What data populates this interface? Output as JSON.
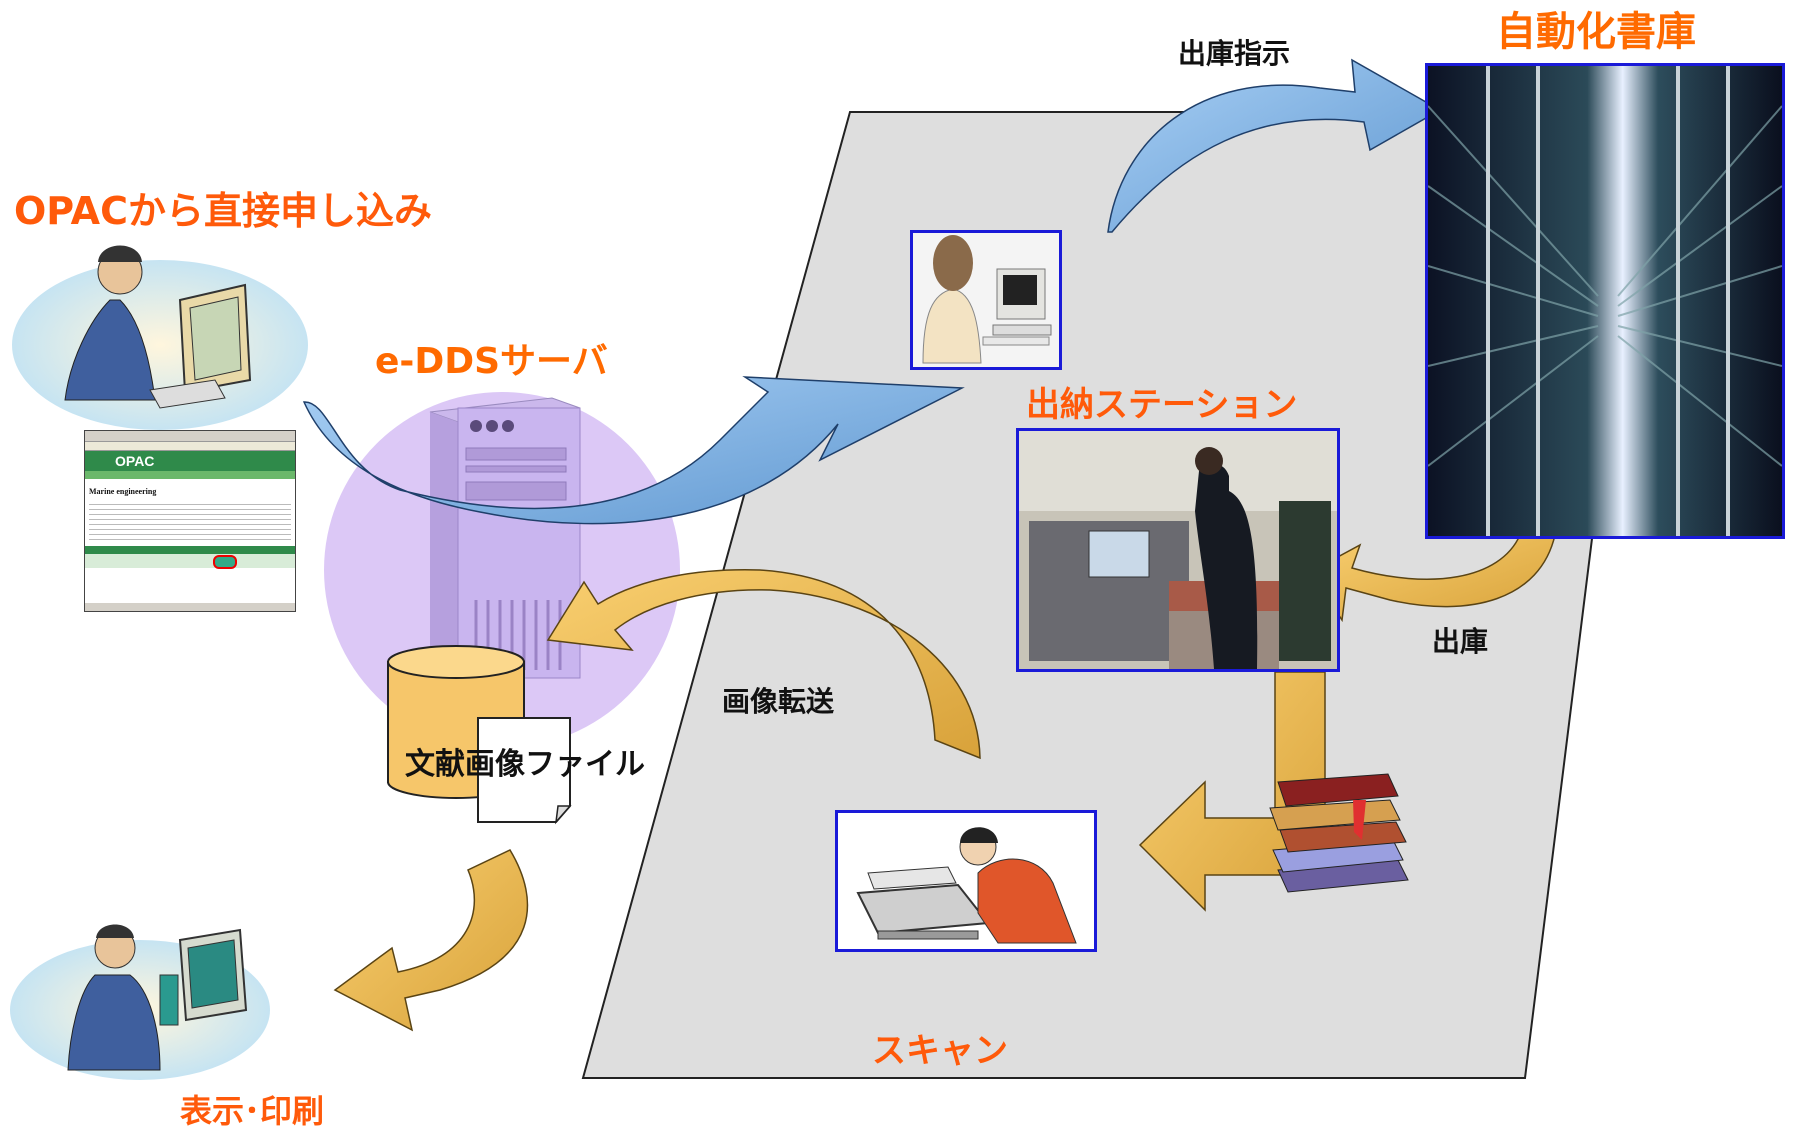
{
  "labels": {
    "opac_request": "OPACから直接申し込み",
    "server": "e-DDSサーバ",
    "file": "文献画像ファイル",
    "display_print": "表示･印刷",
    "retrieval_order": "出庫指示",
    "auto_storage": "自動化書庫",
    "station": "出納ステーション",
    "retrieve": "出庫",
    "image_transfer": "画像転送",
    "scan": "スキャン"
  },
  "opac_window": {
    "logo": "OPAC",
    "record_title": "Marine engineering"
  },
  "colors": {
    "accent_orange": "#ff5a0a",
    "arrow_blue": "#86b9ea",
    "arrow_gold": "#f4bd53",
    "panel_gray": "#dedede",
    "frame_blue": "#1a1ad8",
    "server_purple": "#dcc8f6"
  },
  "icons": [
    "user-at-computer",
    "server-tower",
    "database-cylinder",
    "document-page",
    "operator-at-terminal",
    "library-stacks",
    "book-stack",
    "scanner-operator",
    "user-reading"
  ]
}
